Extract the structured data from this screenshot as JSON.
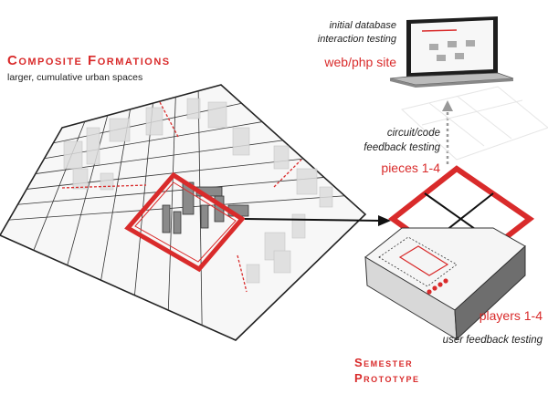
{
  "composite": {
    "title": "Composite Formations",
    "subtitle": "larger, cumulative urban spaces"
  },
  "web": {
    "note_line1": "initial database",
    "note_line2": "interaction testing",
    "label": "web/php site"
  },
  "pieces": {
    "note_line1": "circuit/code",
    "note_line2": "feedback testing",
    "label": "pieces 1-4"
  },
  "players": {
    "label": "players 1-4",
    "note": "user feedback testing"
  },
  "prototype": {
    "title_line1": "Semester",
    "title_line2": "Prototype"
  },
  "colors": {
    "accent": "#d92b2b",
    "grid": "#222222"
  }
}
